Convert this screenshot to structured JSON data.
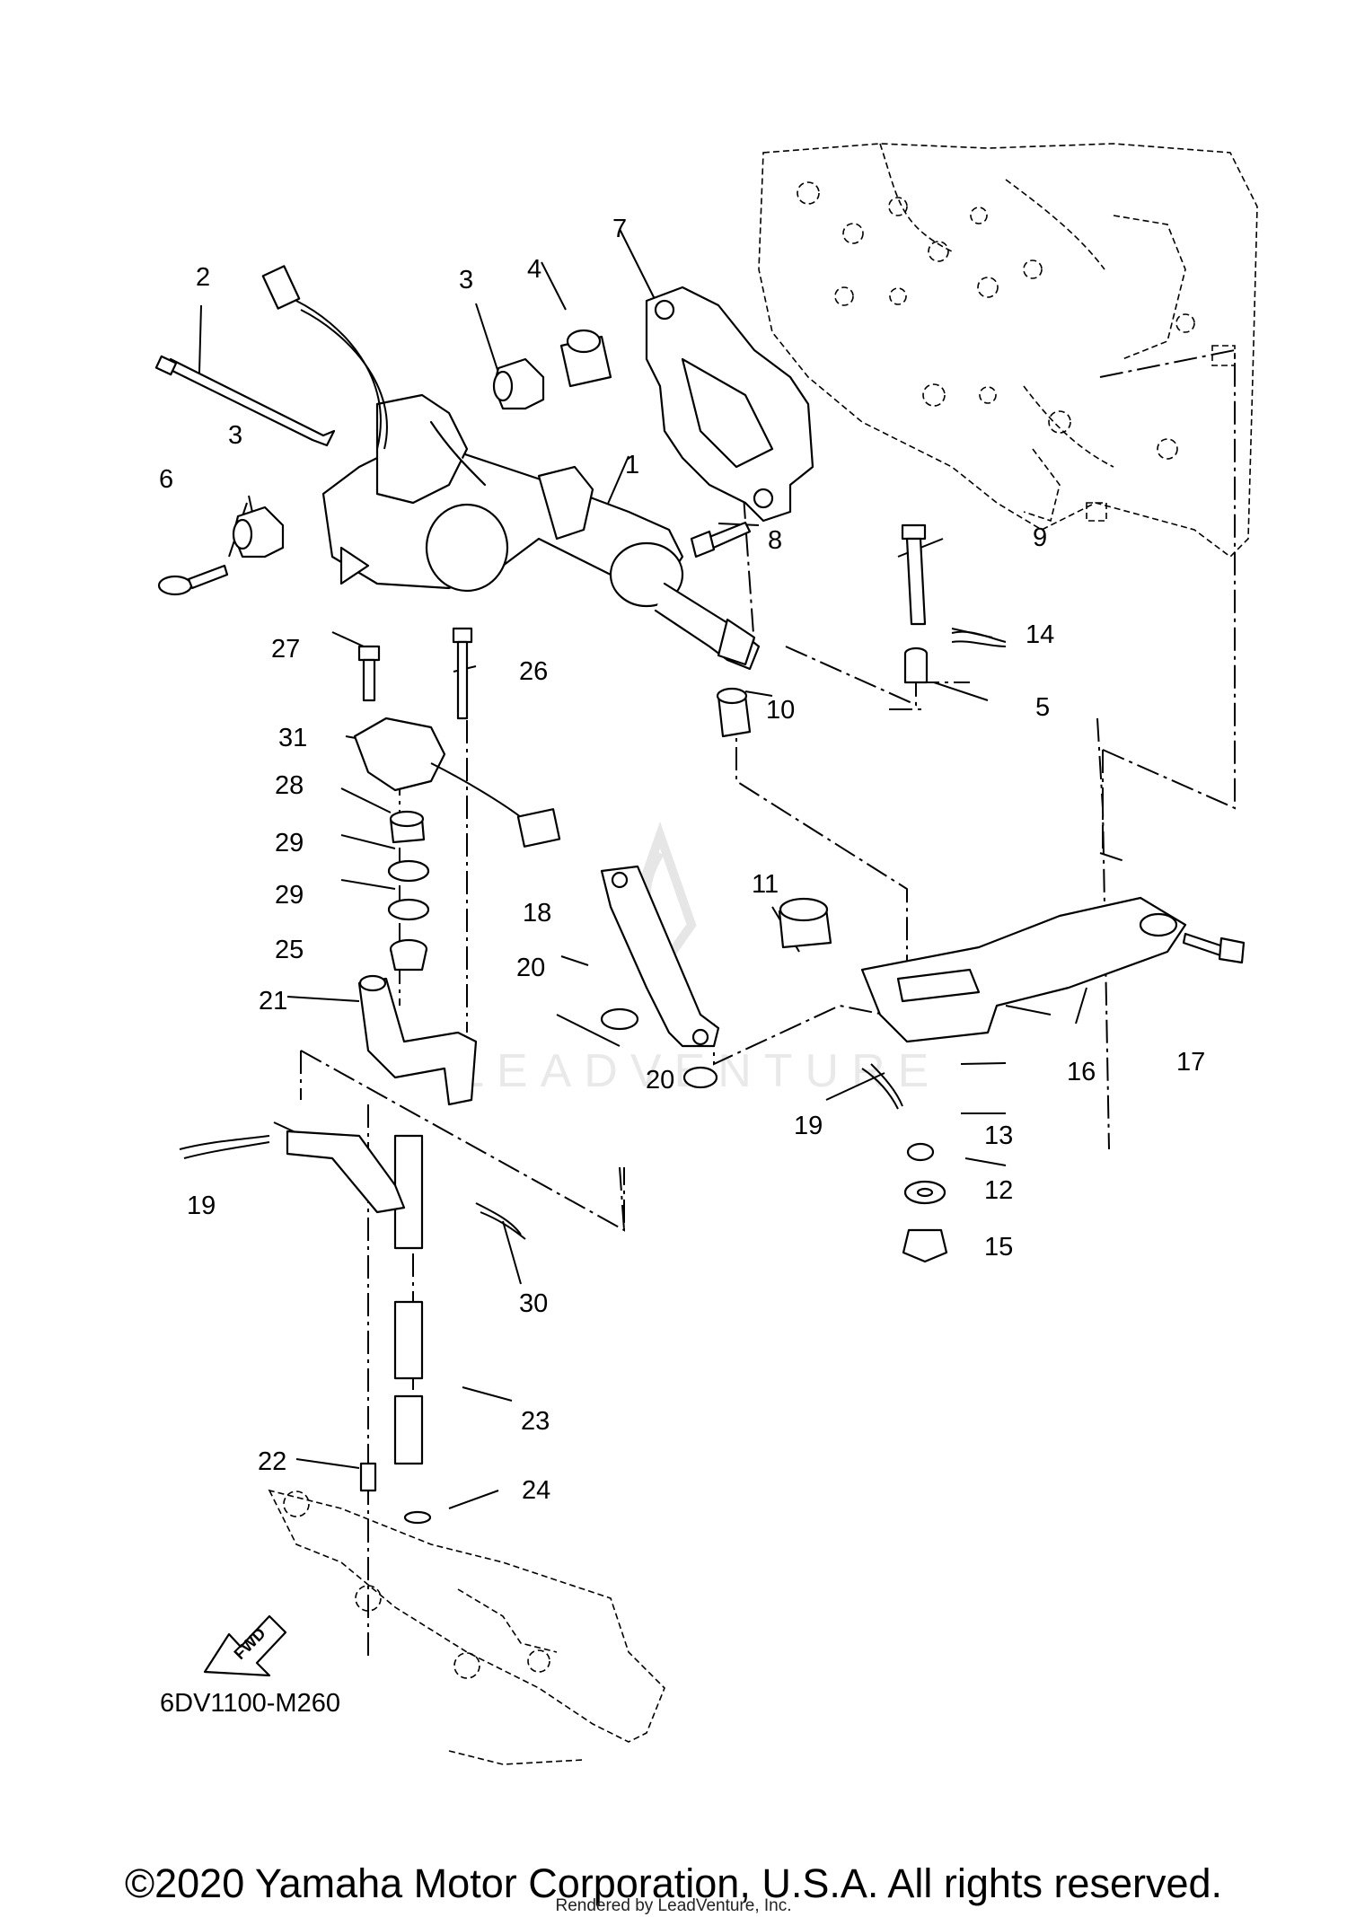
{
  "diagram": {
    "code": "6DV1100-M260",
    "fwd_label": "FWD",
    "callouts": [
      "1",
      "2",
      "3",
      "3",
      "4",
      "5",
      "6",
      "7",
      "8",
      "9",
      "10",
      "11",
      "12",
      "13",
      "14",
      "15",
      "16",
      "17",
      "18",
      "19",
      "19",
      "20",
      "20",
      "21",
      "22",
      "23",
      "24",
      "25",
      "26",
      "27",
      "28",
      "29",
      "29",
      "30",
      "31"
    ]
  },
  "watermark": {
    "text": "LEADVENTURE"
  },
  "footer": {
    "copyright": "©2020 Yamaha Motor Corporation, U.S.A. All rights reserved.",
    "rendered_by": "Rendered by LeadVenture, Inc."
  }
}
